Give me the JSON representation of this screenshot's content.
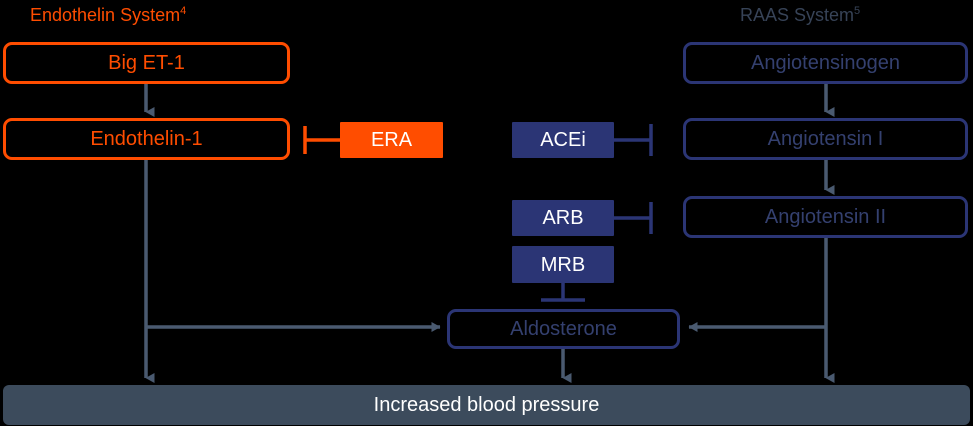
{
  "diagram": {
    "title_left": "Endothelin System",
    "title_left_ref": "4",
    "title_right": "RAAS System",
    "title_right_ref": "5",
    "colors": {
      "background": "#000000",
      "endothelin_orange": "#FF4D00",
      "raas_navy": "#2B3575",
      "raas_text": "#34406F",
      "arrow_slate": "#4A5A70",
      "banner_slate": "#3C4B5C",
      "heading_slate": "#374357",
      "chip_text": "#FFFFFF"
    },
    "endothelin_pathway": [
      {
        "label": "Big ET-1"
      },
      {
        "label": "Endothelin-1"
      }
    ],
    "raas_pathway": [
      {
        "label": "Angiotensinogen"
      },
      {
        "label": "Angiotensin I"
      },
      {
        "label": "Angiotensin II"
      }
    ],
    "drugs": [
      {
        "label": "ERA",
        "style": "orange",
        "inhibits": "Endothelin-1"
      },
      {
        "label": "ACEi",
        "style": "navy",
        "inhibits": "Angiotensin I"
      },
      {
        "label": "ARB",
        "style": "navy",
        "inhibits": "Angiotensin II"
      },
      {
        "label": "MRB",
        "style": "navy",
        "inhibits": "Aldosterone"
      }
    ],
    "mediator": {
      "label": "Aldosterone"
    },
    "outcome": {
      "label": "Increased blood pressure"
    }
  }
}
